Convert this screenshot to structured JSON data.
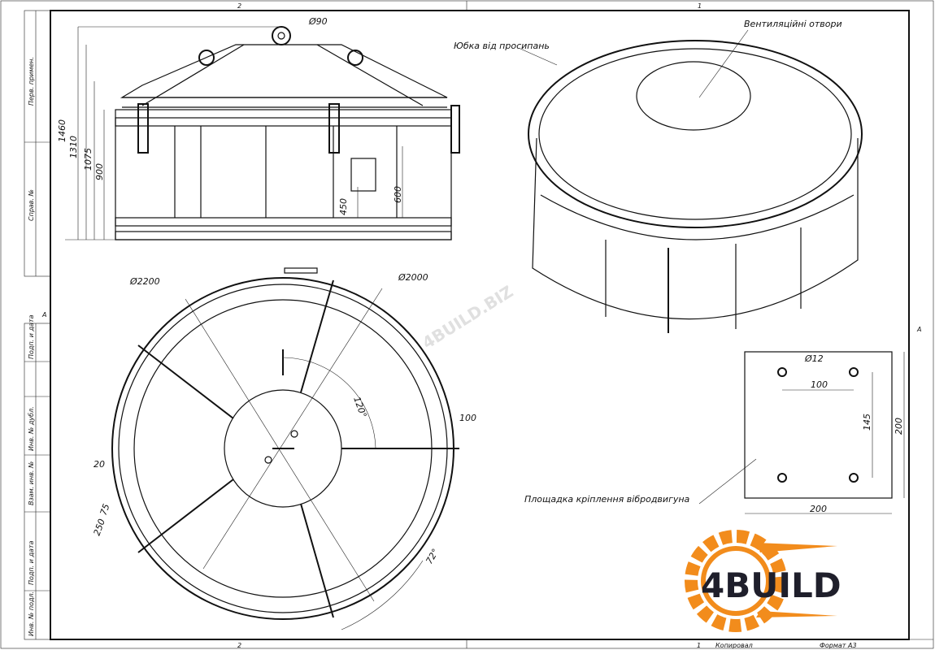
{
  "zones": {
    "top_left": "2",
    "top_right": "1",
    "bottom_left": "2",
    "bottom_right": "1",
    "left_row": "A",
    "right_row": "A"
  },
  "sidebar": [
    "Перв. примен.",
    "Справ. №",
    "Подп. и дата",
    "Инв. № дубл.",
    "Взам. инв. №",
    "Подп. и дата",
    "Инв. № подл."
  ],
  "front_view": {
    "dims": {
      "top_hole": "Ø90",
      "h1": "1460",
      "h2": "1310",
      "h3": "1075",
      "h4": "900",
      "h5": "450",
      "h6": "600"
    }
  },
  "plan_view": {
    "dims": {
      "outer": "Ø2200",
      "inner": "Ø2000",
      "angle1": "120°",
      "d100": "100",
      "d20": "20",
      "d75": "75",
      "d250": "250",
      "angle2": "72°"
    }
  },
  "iso_view": {
    "labels": {
      "vent": "Вентиляційні отвори",
      "skirt": "Юбка від просипань"
    }
  },
  "plate": {
    "label": "Площадка кріплення вібродвигуна",
    "dims": {
      "hole": "Ø12",
      "spacing_x": "100",
      "spacing_y": "145",
      "height": "200",
      "width": "200"
    }
  },
  "watermark": "4BUILD.BIZ",
  "logo": {
    "text": "4BUILD",
    "colors": {
      "gear": "#f28c1c",
      "text": "#1f1f2b",
      "accent": "#f5b820"
    }
  },
  "title_block": {
    "sheet": "1",
    "copied": "Копировал",
    "format": "Формат А3"
  }
}
